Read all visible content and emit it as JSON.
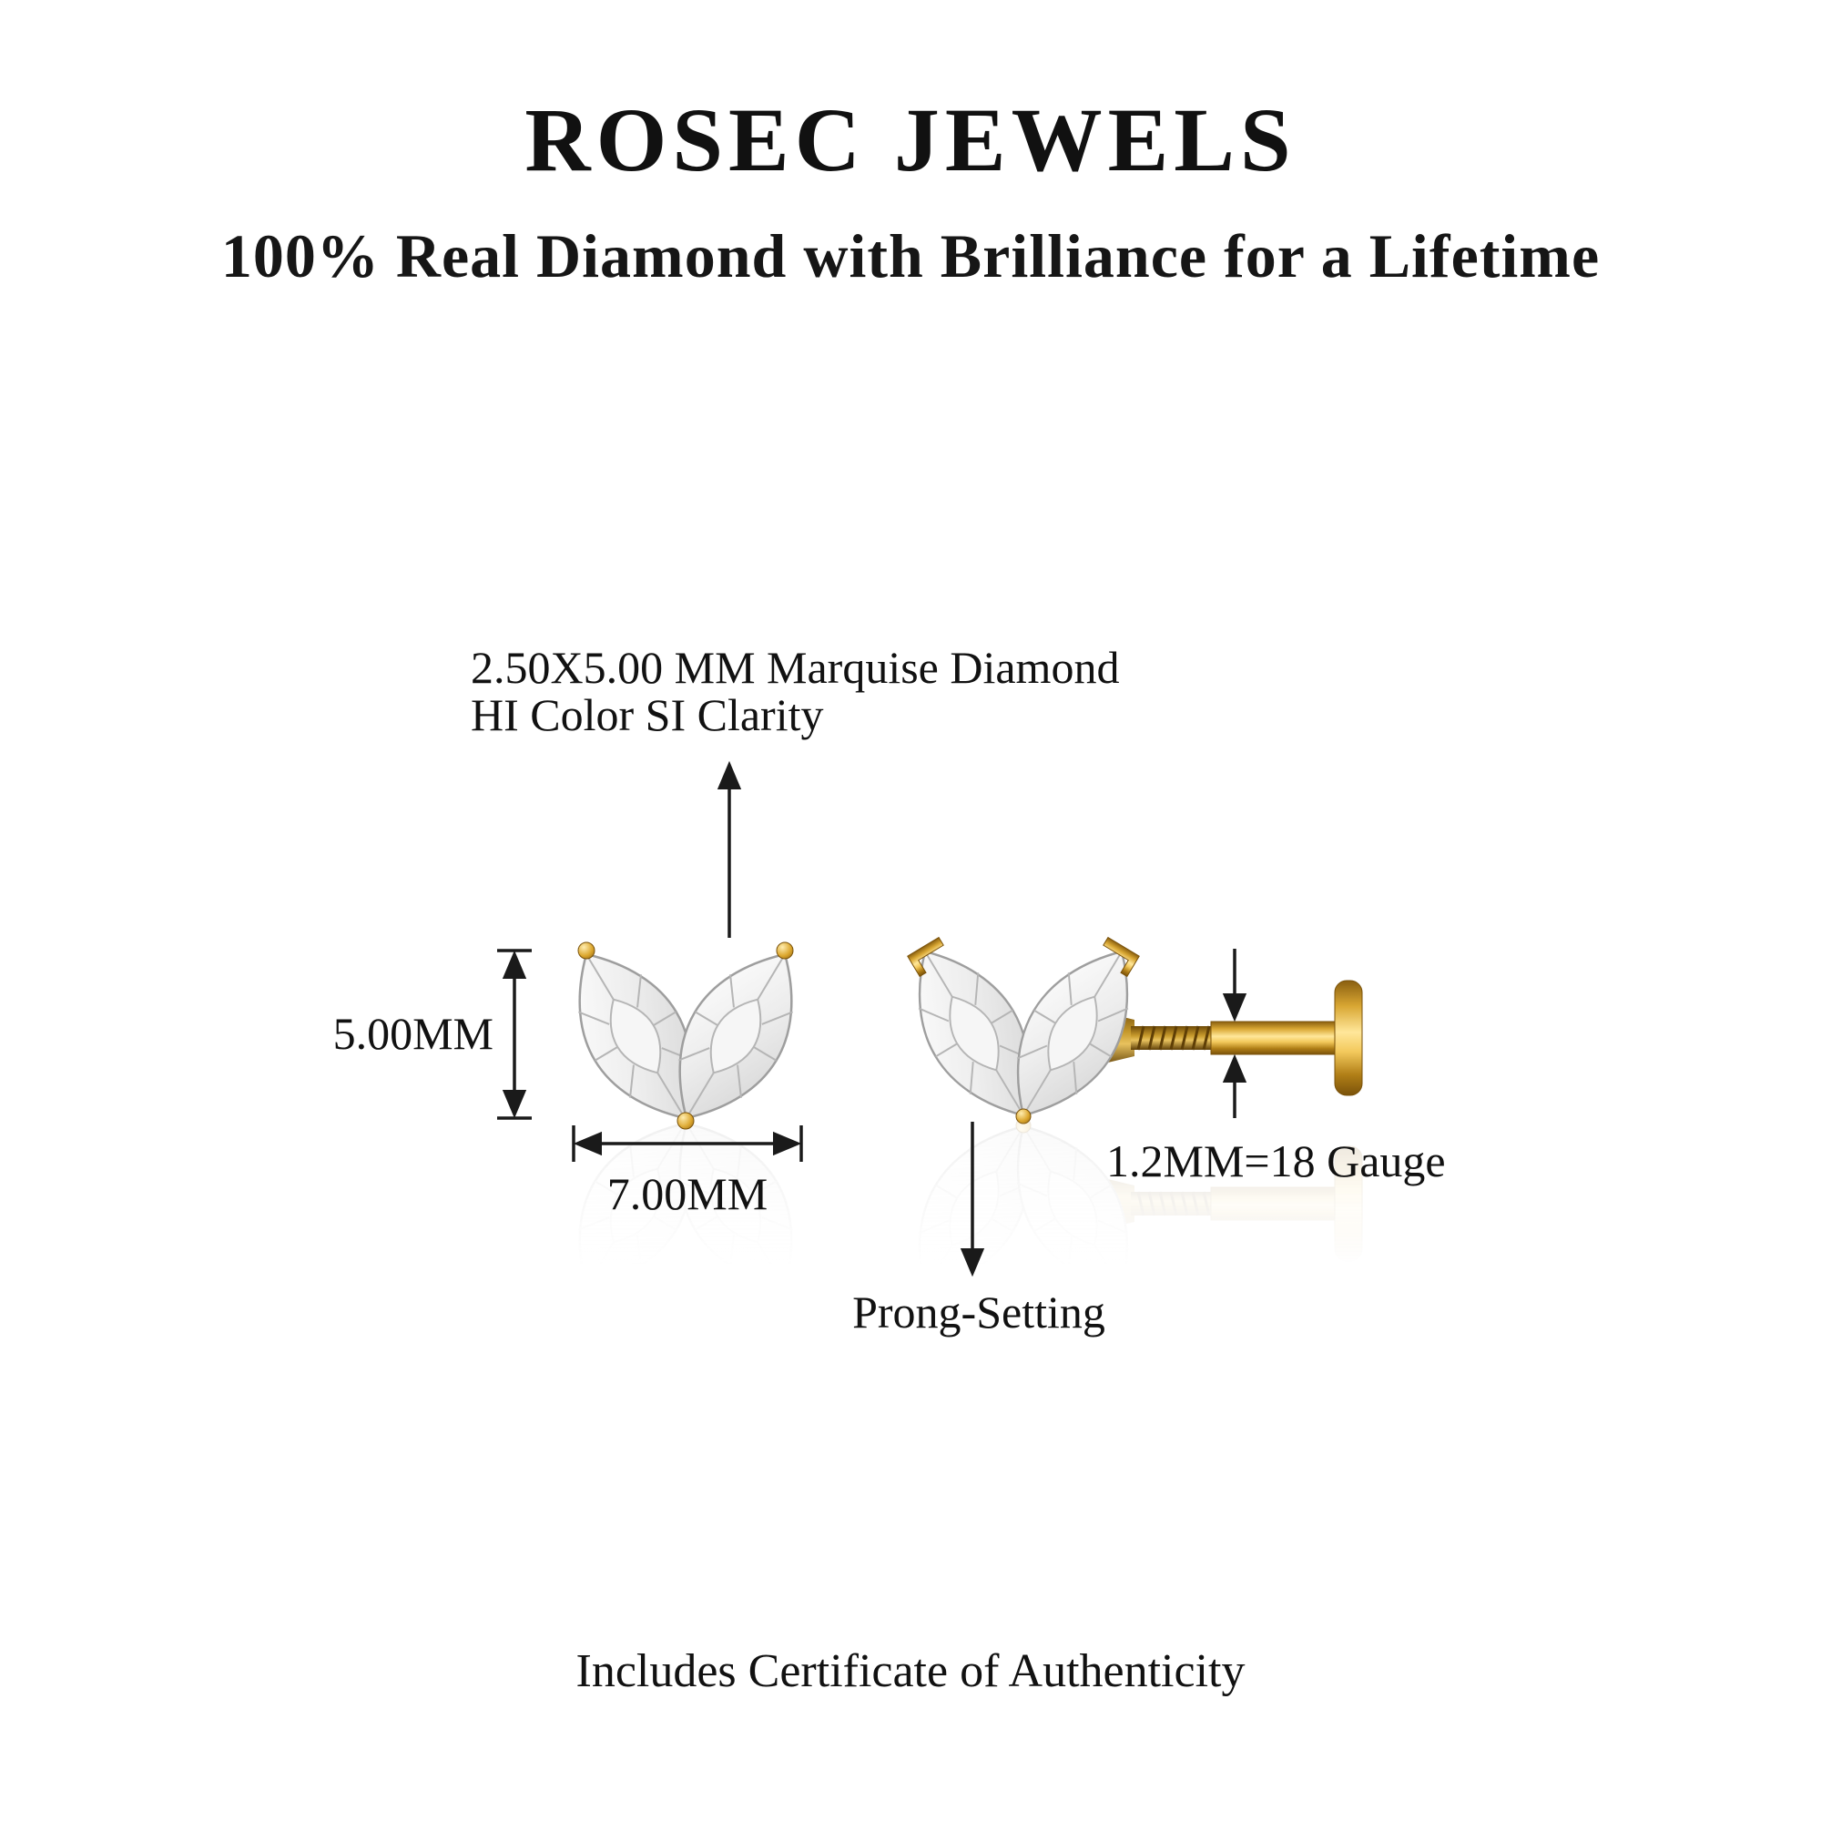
{
  "header": {
    "brand": "ROSEC JEWELS",
    "tagline": "100% Real Diamond with Brilliance for a Lifetime"
  },
  "diagram": {
    "stone_annotation": {
      "line1": "2.50X5.00 MM Marquise Diamond",
      "line2": "HI Color SI Clarity"
    },
    "dimensions": {
      "stone_height": "5.00MM",
      "stone_width": "7.00MM",
      "post_gauge": "1.2MM=18 Gauge"
    },
    "setting_label": "Prong-Setting"
  },
  "footer": {
    "note": "Includes Certificate of Authenticity"
  },
  "colors": {
    "background": "#ffffff",
    "text": "#111111",
    "gold": "#d8a632",
    "gold_dark": "#8a5f10",
    "gold_light": "#ffe79a",
    "diamond_fill": "#ececec",
    "diamond_edge": "#9e9e9e"
  }
}
